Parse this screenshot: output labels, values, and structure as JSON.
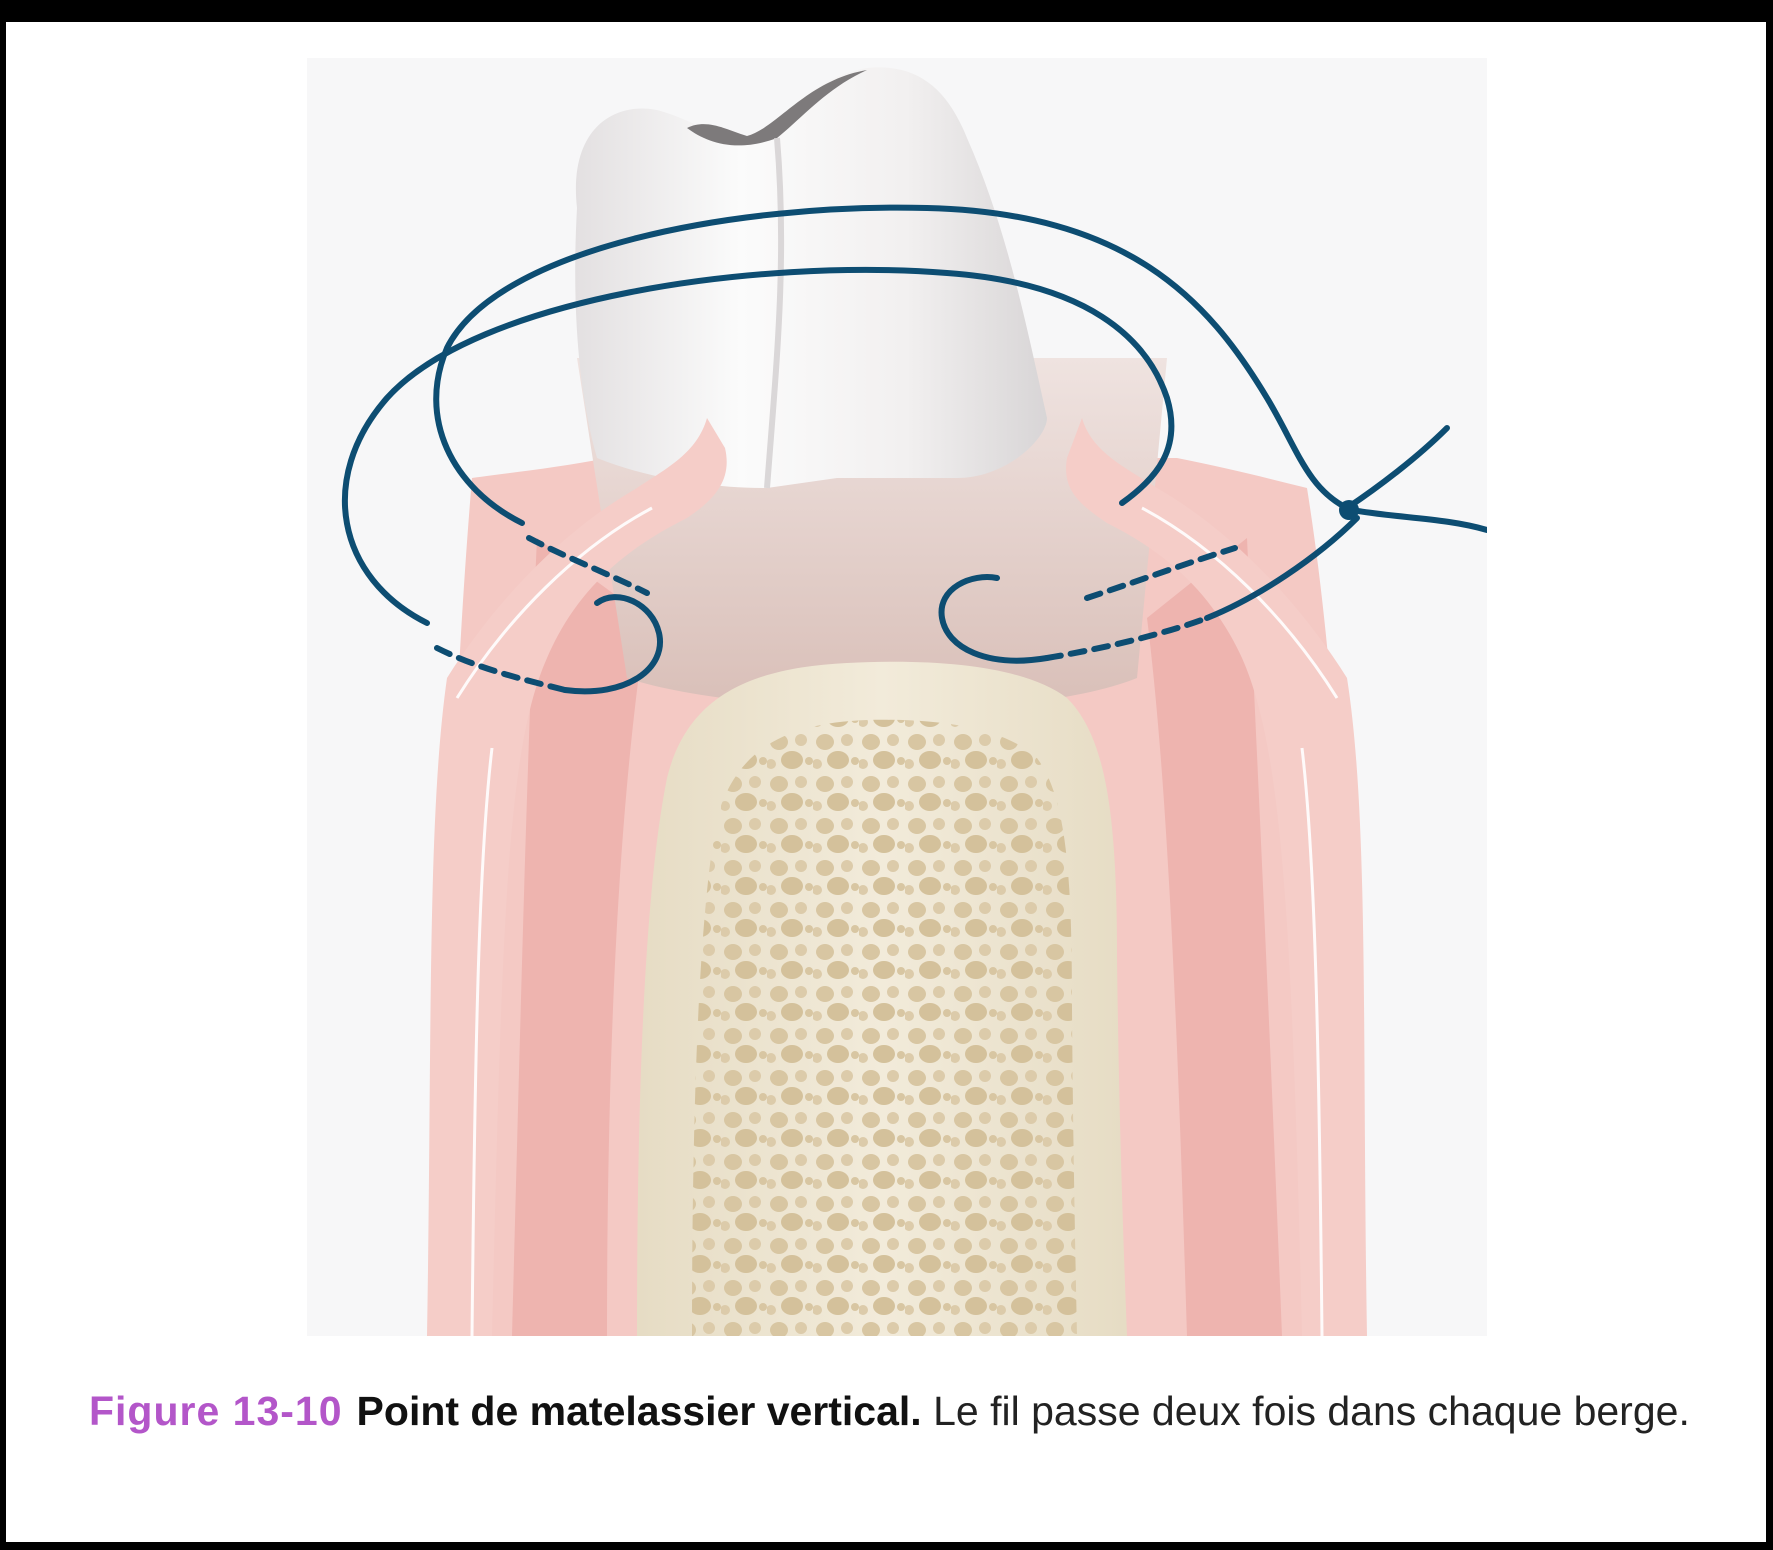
{
  "figure": {
    "label": "Figure 13-10",
    "title": "Point de matelassier vertical.",
    "description": " Le fil passe deux fois dans chaque berge."
  },
  "colors": {
    "label": "#b356c9",
    "gingiva": "#f3c4c0",
    "gingiva_dark": "#e38c89",
    "bone": "#eee6d2",
    "bone_pore": "#d9c8a5",
    "tooth": "#f4f2f2",
    "suture": "#0d4d72"
  }
}
